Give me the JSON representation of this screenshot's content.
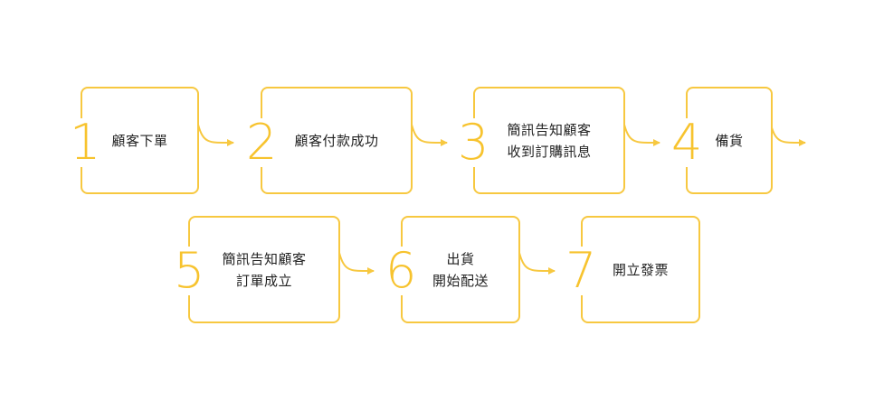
{
  "steps": [
    {
      "number": "1",
      "label": "顧客下單"
    },
    {
      "number": "2",
      "label": "顧客付款成功"
    },
    {
      "number": "3",
      "label": "簡訊告知顧客\n收到訂購訊息"
    },
    {
      "number": "4",
      "label": "備貨"
    },
    {
      "number": "5",
      "label": "簡訊告知顧客\n訂單成立"
    },
    {
      "number": "6",
      "label": "出貨\n開始配送"
    },
    {
      "number": "7",
      "label": "開立發票"
    }
  ],
  "colors": {
    "accent": "#F7C840",
    "text": "#222222"
  }
}
